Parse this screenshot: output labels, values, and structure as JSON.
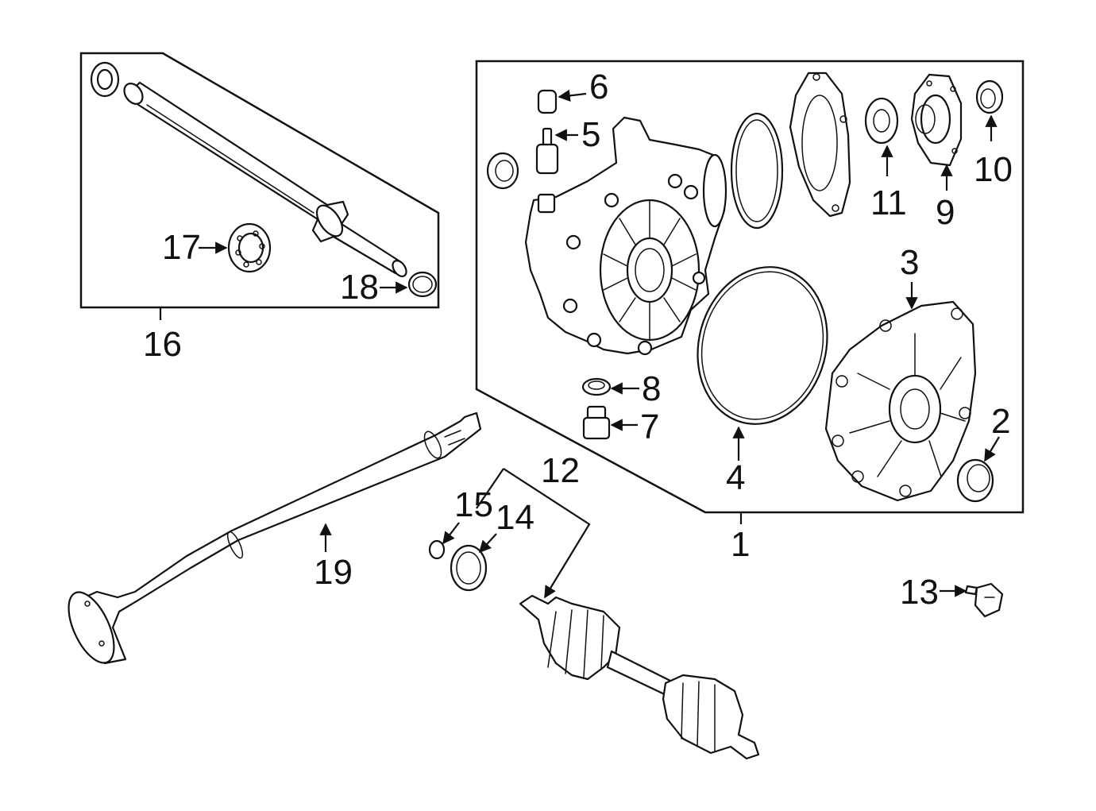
{
  "callouts": [
    "1",
    "2",
    "3",
    "4",
    "5",
    "6",
    "7",
    "8",
    "9",
    "10",
    "11",
    "12",
    "13",
    "14",
    "15",
    "16",
    "17",
    "18",
    "19"
  ],
  "parts": {
    "differential_housing": "differential-housing",
    "rear_cover": "rear-cover",
    "intermediate_shaft": "intermediate-shaft",
    "drive_shaft": "drive-shaft",
    "axle_shaft": "axle-shaft"
  }
}
